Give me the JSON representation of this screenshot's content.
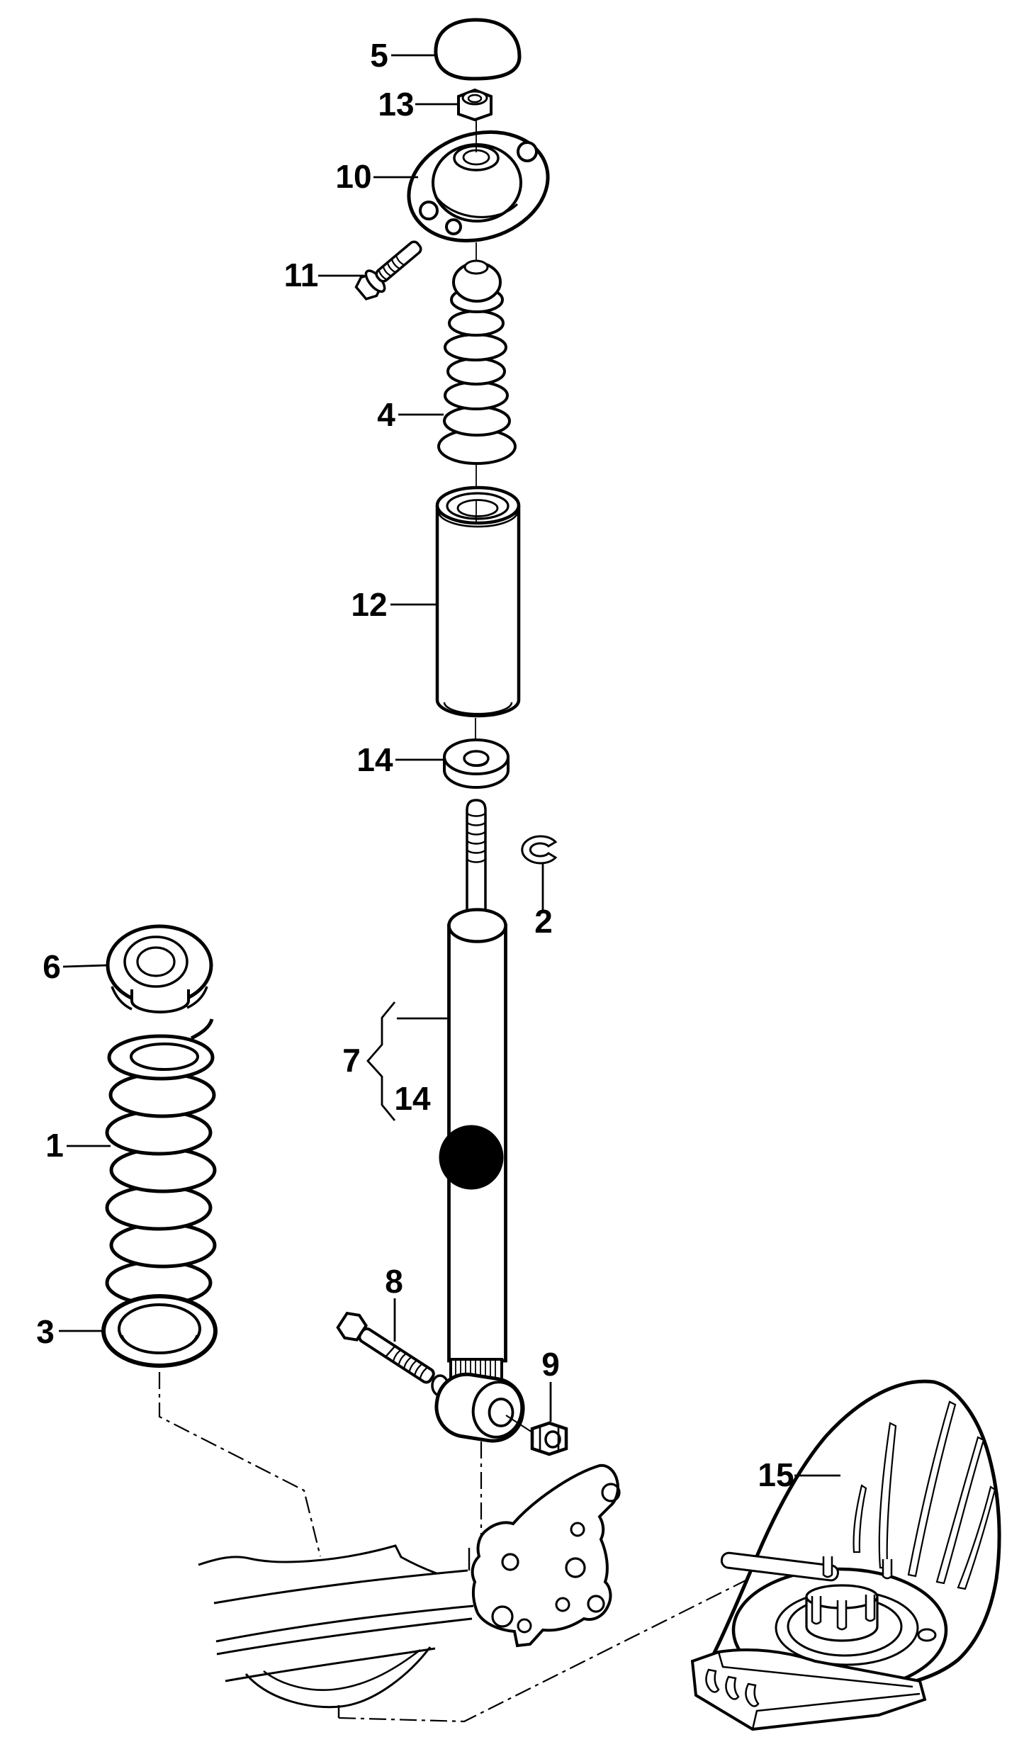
{
  "colors": {
    "ink": "#000000",
    "paper": "#ffffff"
  },
  "callouts": {
    "c5": {
      "label": "5"
    },
    "c13": {
      "label": "13"
    },
    "c10": {
      "label": "10"
    },
    "c11": {
      "label": "11"
    },
    "c4": {
      "label": "4"
    },
    "c12": {
      "label": "12"
    },
    "c14_upper": {
      "label": "14"
    },
    "c2": {
      "label": "2"
    },
    "c6": {
      "label": "6"
    },
    "c1": {
      "label": "1"
    },
    "c3": {
      "label": "3"
    },
    "c7": {
      "label": "7"
    },
    "c14_lower": {
      "label": "14"
    },
    "c8": {
      "label": "8"
    },
    "c9": {
      "label": "9"
    },
    "c15": {
      "label": "15"
    }
  }
}
